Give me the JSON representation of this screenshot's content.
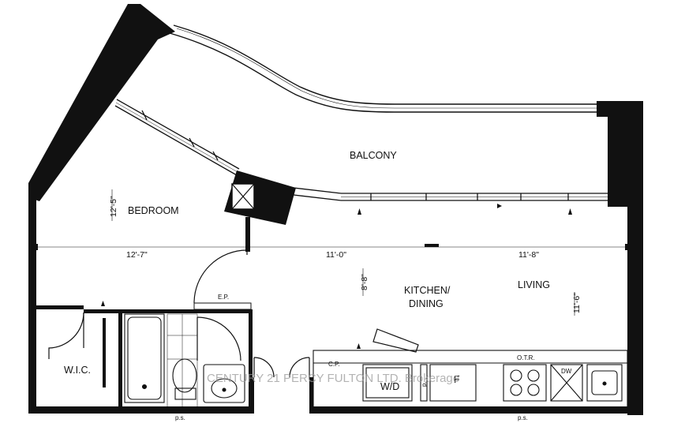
{
  "rooms": {
    "balcony": "BALCONY",
    "bedroom": "BEDROOM",
    "kitchen_line1": "KITCHEN/",
    "kitchen_line2": "DINING",
    "living": "LIVING",
    "wic": "W.I.C."
  },
  "dimensions": {
    "bedroom_depth": "12'-5\"",
    "bedroom_width": "12'-7\"",
    "kitchen_width": "11'-0\"",
    "kitchen_depth": "8'-8\"",
    "living_width": "11'-8\"",
    "living_depth": "11'-6\""
  },
  "fixtures": {
    "ep": "E.P.",
    "ps_bath": "p.s.",
    "ps_kitchen": "p.s.",
    "cp": "C.P.",
    "wd": "W/D",
    "pantry": "p.",
    "fridge": "F",
    "otr": "O.T.R.",
    "dw": "DW"
  },
  "watermark": "CENTURY 21 PERCY FULTON LTD. Brokerage"
}
